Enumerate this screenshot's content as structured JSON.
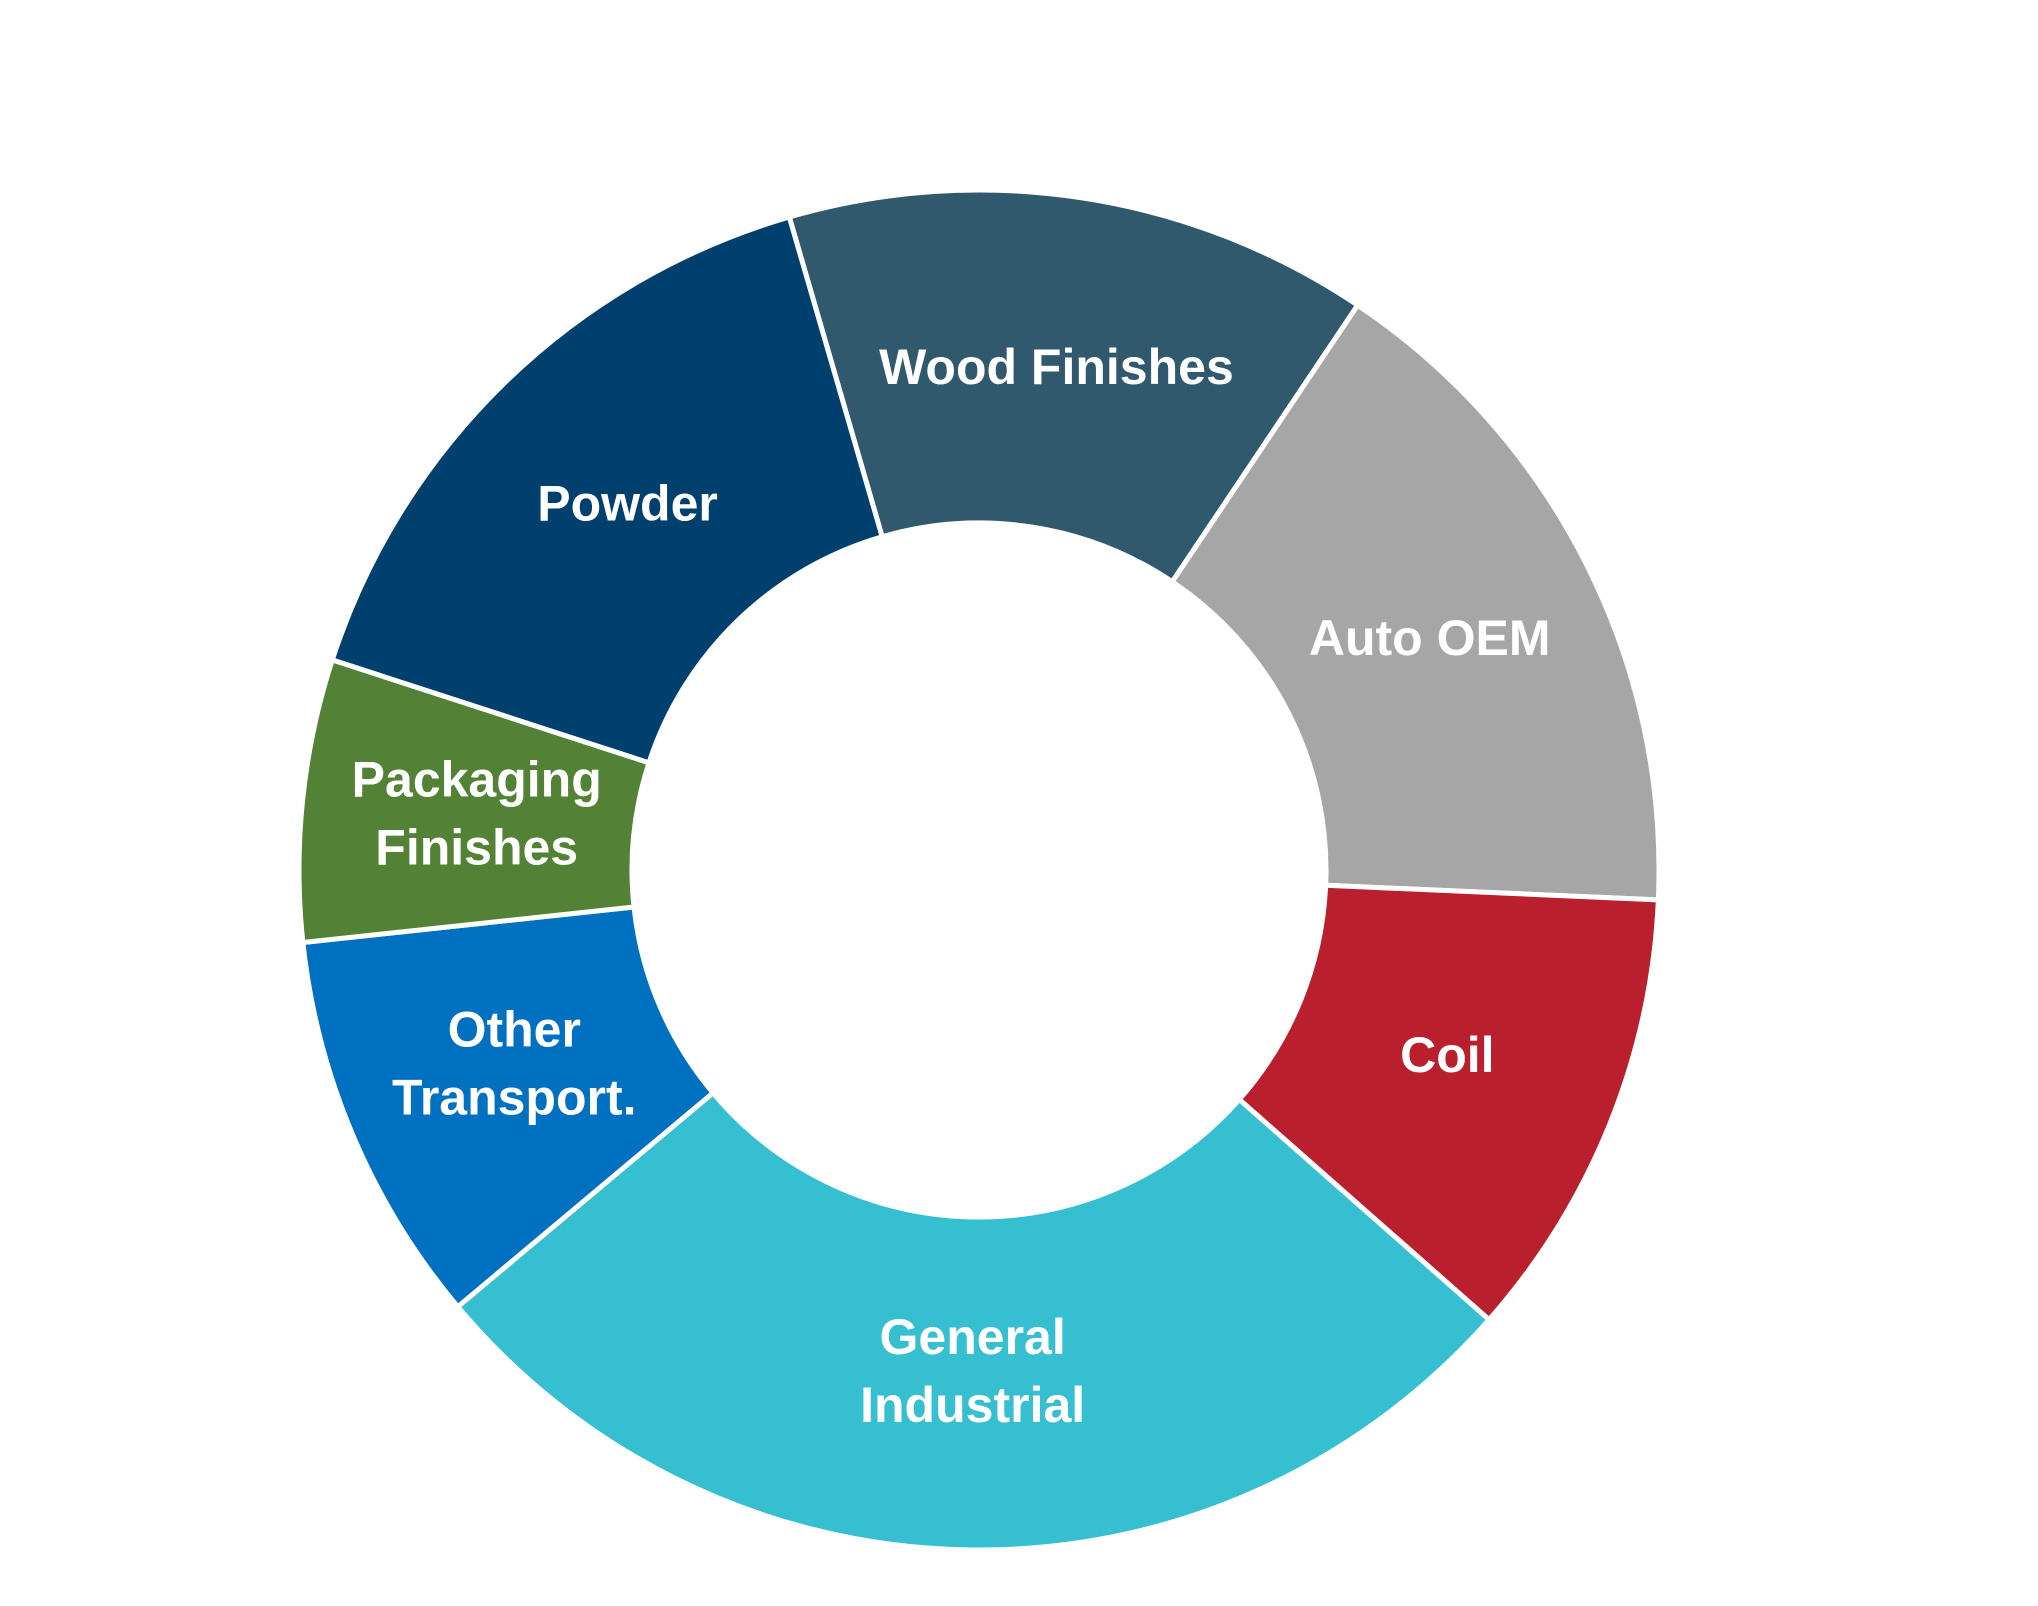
{
  "chart_data": {
    "type": "pie",
    "donut": true,
    "title": "",
    "legend": "none",
    "slices": [
      {
        "label": [
          "Wood Finishes"
        ],
        "value": 13.9,
        "color": "#31596D"
      },
      {
        "label": [
          "Auto OEM"
        ],
        "value": 16.3,
        "color": "#A6A6A6"
      },
      {
        "label": [
          "Coil"
        ],
        "value": 10.8,
        "color": "#BA1F2E"
      },
      {
        "label": [
          "General",
          "Industrial"
        ],
        "value": 27.4,
        "color": "#36BFD1"
      },
      {
        "label": [
          "Other",
          "Transport."
        ],
        "value": 9.4,
        "color": "#0070C0"
      },
      {
        "label": [
          "Packaging",
          "Finishes"
        ],
        "value": 6.7,
        "color": "#538135"
      },
      {
        "label": [
          "Powder"
        ],
        "value": 15.5,
        "color": "#00406E"
      }
    ]
  }
}
